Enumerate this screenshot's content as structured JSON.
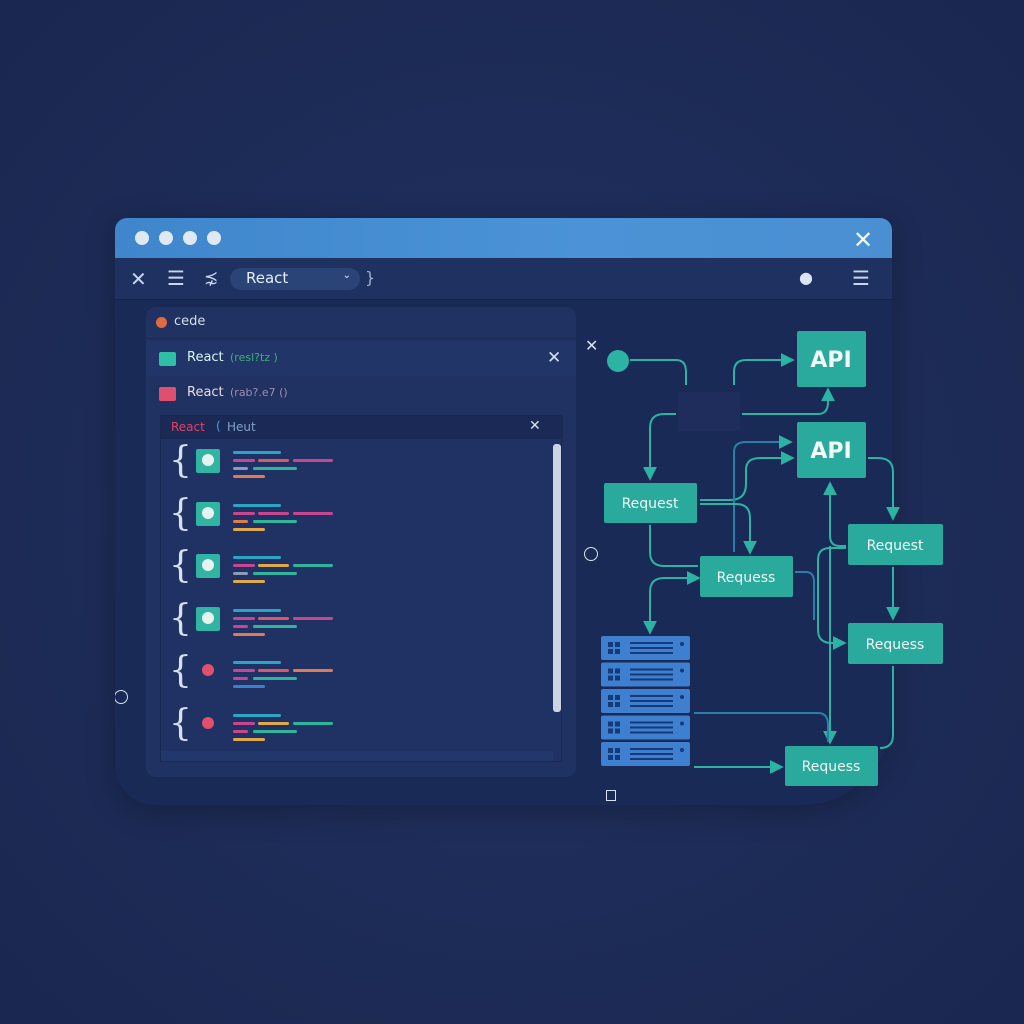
{
  "window": {
    "title_dots": 4,
    "close_icon": "close-icon"
  },
  "toolbar": {
    "close_icon": "close-icon",
    "menu_icon": "hamburger-icon",
    "filter_icon": "filter-icon",
    "framework_select": "React",
    "brace": "}",
    "user_icon": "user-icon",
    "menu_right_icon": "hamburger-icon"
  },
  "code_panel": {
    "header": "cede",
    "rows": [
      {
        "label": "React",
        "detail": "(resl?tz )",
        "color": "#2fbfa6"
      },
      {
        "label": "React",
        "detail": "(rab?.e7 ()",
        "color": "#e0506e"
      }
    ],
    "editor": {
      "tab_label": "React",
      "tab_paren": "(",
      "tab_detail": "Heut",
      "blocks": 6
    }
  },
  "diagram": {
    "nodes": {
      "api_1": "API",
      "api_2": "API",
      "request_a": "Request",
      "request_b": "Requess",
      "request_c": "Request",
      "request_d": "Requess",
      "request_e": "Requess"
    },
    "accent": "#2bb3a3",
    "server_color": "#3f7fd0"
  }
}
